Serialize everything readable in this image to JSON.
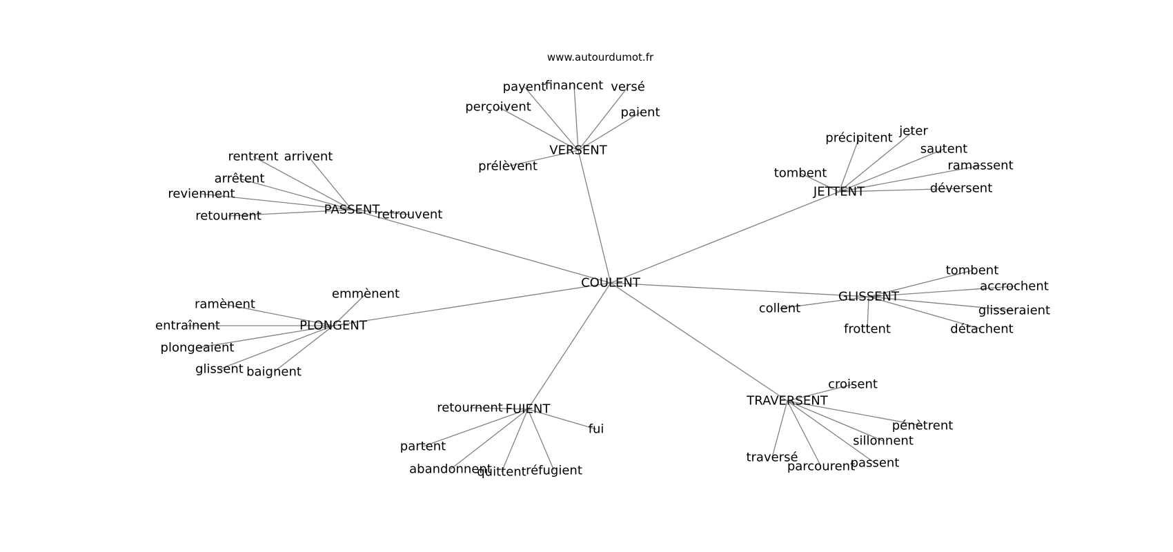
{
  "watermark": "www.autourdumot.fr",
  "center": "COULENT",
  "groups": [
    {
      "hub": "VERSENT",
      "words": [
        "payent",
        "financent",
        "versé",
        "perçoivent",
        "paient",
        "prélèvent"
      ]
    },
    {
      "hub": "JETTENT",
      "words": [
        "précipitent",
        "jeter",
        "sautent",
        "ramassent",
        "tombent",
        "déversent"
      ]
    },
    {
      "hub": "PASSENT",
      "words": [
        "rentrent",
        "arrivent",
        "arrêtent",
        "reviennent",
        "retournent",
        "retrouvent"
      ]
    },
    {
      "hub": "GLISSENT",
      "words": [
        "tombent",
        "accrochent",
        "collent",
        "glisseraient",
        "frottent",
        "détachent"
      ]
    },
    {
      "hub": "PLONGENT",
      "words": [
        "emmènent",
        "ramènent",
        "entraînent",
        "plongeaient",
        "glissent",
        "baignent"
      ]
    },
    {
      "hub": "TRAVERSENT",
      "words": [
        "croisent",
        "pénètrent",
        "sillonnent",
        "passent",
        "parcourent",
        "traversé"
      ]
    },
    {
      "hub": "FUIENT",
      "words": [
        "retournent",
        "fui",
        "partent",
        "abandonnent",
        "quittent",
        "réfugient"
      ]
    }
  ],
  "colors": {
    "edge": "#808080",
    "text": "#000000",
    "background": "#ffffff"
  }
}
